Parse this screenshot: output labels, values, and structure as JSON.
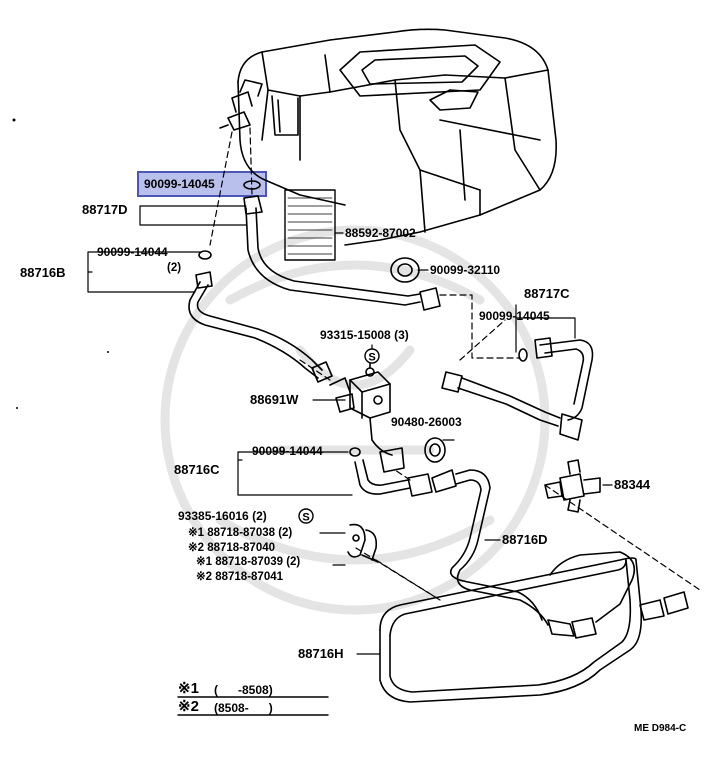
{
  "diagram": {
    "code": "ME D984-C",
    "callouts": [
      {
        "id": "c1",
        "text": "90099-14045",
        "highlighted": true
      },
      {
        "id": "c2",
        "text": "88717D"
      },
      {
        "id": "c3",
        "text": "88592-87002"
      },
      {
        "id": "c4",
        "text": "90099-14044"
      },
      {
        "id": "c5",
        "text": "(2)"
      },
      {
        "id": "c6",
        "text": "88716B"
      },
      {
        "id": "c7",
        "text": "90099-32110"
      },
      {
        "id": "c8",
        "text": "88717C"
      },
      {
        "id": "c9",
        "text": "90099-14045"
      },
      {
        "id": "c10",
        "text": "93315-15008 (3)"
      },
      {
        "id": "c11",
        "text": "88691W"
      },
      {
        "id": "c12",
        "text": "90480-26003"
      },
      {
        "id": "c13",
        "text": "90099-14044"
      },
      {
        "id": "c14",
        "text": "88716C"
      },
      {
        "id": "c15",
        "text": "88344"
      },
      {
        "id": "c16",
        "text": "93385-16016 (2)"
      },
      {
        "id": "c17",
        "text": "※1 88718-87038 (2)"
      },
      {
        "id": "c18",
        "text": "※2 88718-87040"
      },
      {
        "id": "c19",
        "text": "※1 88718-87039 (2)"
      },
      {
        "id": "c20",
        "text": "※2 88718-87041"
      },
      {
        "id": "c21",
        "text": "88716D"
      },
      {
        "id": "c22",
        "text": "88716H"
      }
    ],
    "symbol_s": "S",
    "legend": [
      {
        "mark": "※1",
        "range": "(      -8508)"
      },
      {
        "mark": "※2",
        "range": "(8508-      )"
      }
    ],
    "accent_color": "#4b56b5",
    "highlight_fill": "#b9c0ec"
  }
}
